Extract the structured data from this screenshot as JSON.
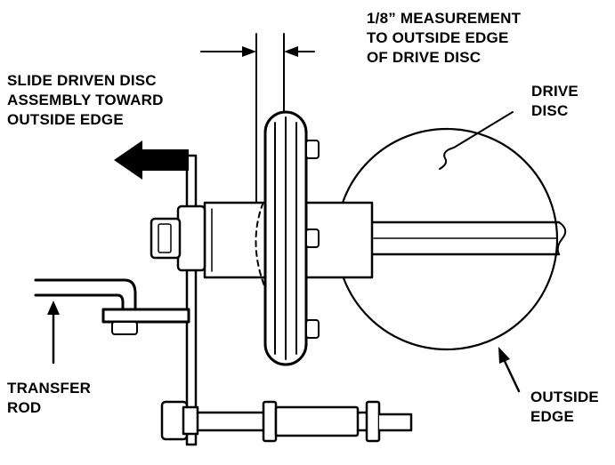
{
  "labels": {
    "measurement": [
      "1/8” MEASUREMENT",
      "TO OUTSIDE EDGE",
      "OF DRIVE DISC"
    ],
    "slide": [
      "SLIDE DRIVEN DISC",
      "ASSEMBLY TOWARD",
      "OUTSIDE EDGE"
    ],
    "drive_disc": [
      "DRIVE",
      "DISC"
    ],
    "transfer_rod": [
      "TRANSFER",
      "ROD"
    ],
    "outside_edge": [
      "OUTSIDE",
      "EDGE"
    ]
  },
  "colors": {
    "ink": "#000000",
    "paper": "#ffffff"
  }
}
